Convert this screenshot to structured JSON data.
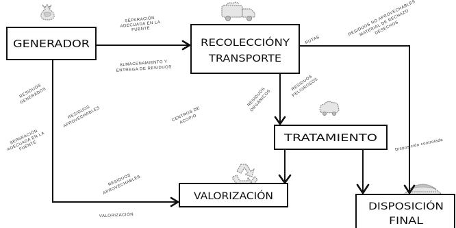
{
  "diagram": {
    "nodes": {
      "generador": {
        "label": "GENERADOR"
      },
      "recoleccion": {
        "line1": "RECOLECCIÓNY",
        "line2": "TRANSPORTE"
      },
      "tratamiento": {
        "label": "TRATAMIENTO"
      },
      "valorizacion": {
        "label": "VALORIZACIÓN"
      },
      "disposicion": {
        "line1": "DISPOSICIÓN",
        "line2": "FINAL"
      }
    },
    "edge_labels": {
      "gen_rec_top": [
        "SEPARACIÓN",
        "ADECUADA EN LA",
        "FUENTE"
      ],
      "gen_rec_bottom": [
        "ALMACENAMIENTO Y",
        "ENTREGA DE RESIDUOS"
      ],
      "rec_rutas": [
        "RUTAS"
      ],
      "rec_disp_top": [
        "RESIDUOS NO APROVECHABLES",
        "MATERIAL DE RECHAZO",
        "DESECHOS"
      ],
      "gen_left_upper": [
        "RESIDUOS",
        "GENERADOS"
      ],
      "gen_left_middle": [
        "RESIDUOS",
        "APROVECHABLES"
      ],
      "gen_left_lower": [
        "SEPARACIÓN",
        "ADECUADA EN LA",
        "FUENTE"
      ],
      "center_acopio": [
        "CENTROS DE",
        "ACOPIO"
      ],
      "rec_trat_left": [
        "RESIDUOS",
        "ORGÁNICOS"
      ],
      "rec_trat_right": [
        "RESIDUOS",
        "PELIGROSOS"
      ],
      "disp_controlada": [
        "Disposición controlada"
      ],
      "gen_val_top": [
        "RESIDUOS",
        "APROVECHABLES"
      ],
      "gen_val_bottom": [
        "VALORIZACIÓN"
      ]
    },
    "icons": {
      "generador": "garbage-bag-icon",
      "recoleccion": "garbage-truck-icon",
      "tratamiento": "treatment-vehicle-icon",
      "valorizacion": "recycle-icon",
      "disposicion": "landfill-icon"
    },
    "colors": {
      "line": "#111111",
      "icon": "#8a8a8a",
      "background": "#ffffff"
    }
  }
}
